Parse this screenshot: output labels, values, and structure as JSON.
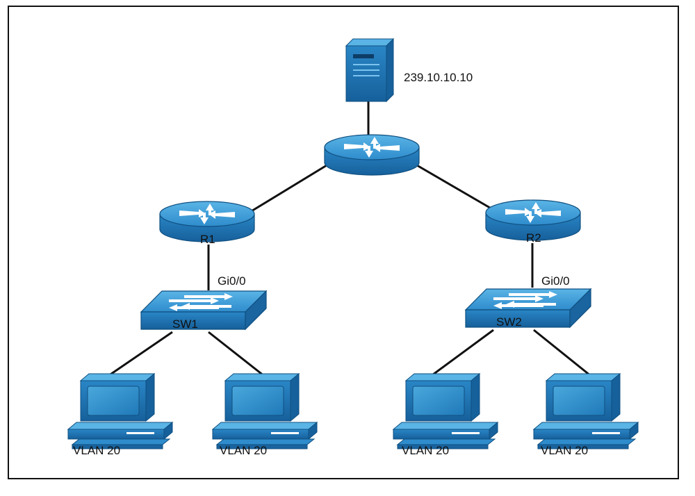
{
  "diagram": {
    "server": {
      "label": "239.10.10.10",
      "icon": "server-icon"
    },
    "core_router": {
      "icon": "router-icon"
    },
    "routers": [
      {
        "label": "R1",
        "icon": "router-icon"
      },
      {
        "label": "R2",
        "icon": "router-icon"
      }
    ],
    "interfaces": [
      {
        "label": "Gi0/0"
      },
      {
        "label": "Gi0/0"
      }
    ],
    "switches": [
      {
        "label": "SW1",
        "icon": "switch-icon"
      },
      {
        "label": "SW2",
        "icon": "switch-icon"
      }
    ],
    "hosts": [
      {
        "label": "VLAN 20",
        "icon": "pc-icon"
      },
      {
        "label": "VLAN 20",
        "icon": "pc-icon"
      },
      {
        "label": "VLAN 20",
        "icon": "pc-icon"
      },
      {
        "label": "VLAN 20",
        "icon": "pc-icon"
      }
    ],
    "colors": {
      "device_top": "#3b9bd6",
      "device_side": "#1f6fae",
      "device_dark": "#165a92",
      "arrow": "#ffffff",
      "link": "#111111"
    }
  }
}
